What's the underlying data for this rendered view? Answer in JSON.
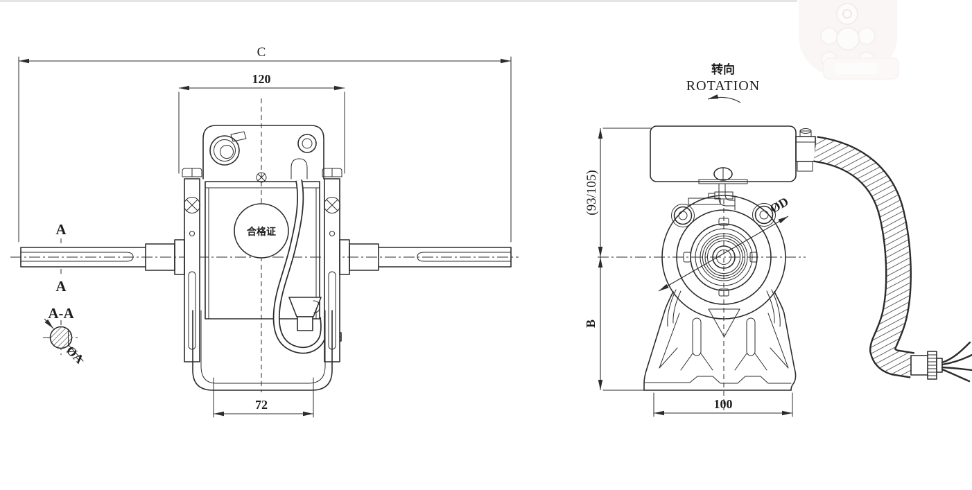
{
  "front_view": {
    "dim_overall": "C",
    "dim_width": "120",
    "dim_foot": "72",
    "certificate": "合格证",
    "section_mark_top": "A",
    "section_mark_bottom": "A",
    "section_title": "A-A",
    "section_diameter": "ØA"
  },
  "side_view": {
    "rotation_zh": "转向",
    "rotation_en": "ROTATION",
    "dim_height_upper": "(93/105)",
    "dim_height_lower": "B",
    "dim_boss_diameter": "ØD",
    "dim_base": "100"
  },
  "colors": {
    "line": "#2b2b2b",
    "background": "#ffffff",
    "watermark": "#f3ecea"
  }
}
